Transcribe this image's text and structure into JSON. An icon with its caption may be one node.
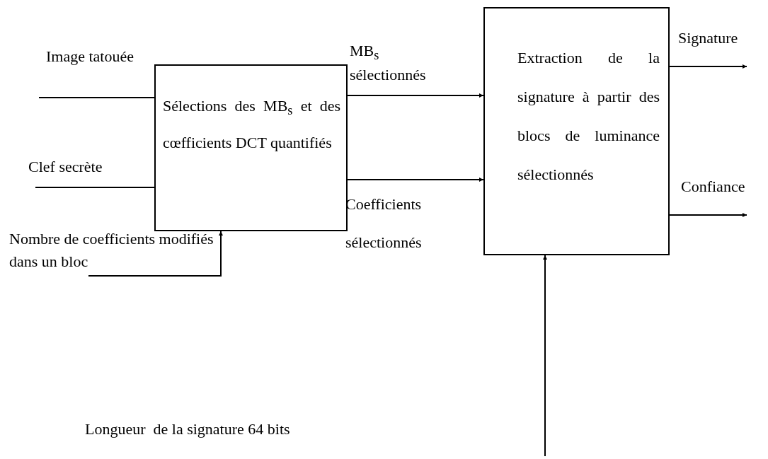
{
  "diagram": {
    "nodes": [
      {
        "text": [
          "Sélections des MB$_{s}$ et des cœfficients DCT quantifiés"
        ]
      },
      {
        "text": [
          "Extraction de la signature à partir des blocs de luminance sélectionnés"
        ]
      }
    ],
    "edges": [
      {
        "from": null,
        "to": 0,
        "arrow": "none",
        "label": "Image tatouée"
      },
      {
        "from": null,
        "to": 0,
        "arrow": "none",
        "label": "Clef secrète"
      },
      {
        "from": null,
        "to": 0,
        "arrow": "to",
        "label": "Nombre de coefficients modifiés dans un bloc"
      },
      {
        "from": 0,
        "to": 1,
        "arrow": "to",
        "label": "MB$_{s}$ sélectionnés"
      },
      {
        "from": 0,
        "to": 1,
        "arrow": "to",
        "label": "Coefficients sélectionnés"
      },
      {
        "from": 1,
        "to": null,
        "arrow": "to",
        "label": "Signature"
      },
      {
        "from": 1,
        "to": null,
        "arrow": "to",
        "label": "Confiance"
      },
      {
        "from": null,
        "to": 1,
        "arrow": "to"
      }
    ],
    "labels": [
      "Longueur  de la signature 64 bits"
    ]
  }
}
